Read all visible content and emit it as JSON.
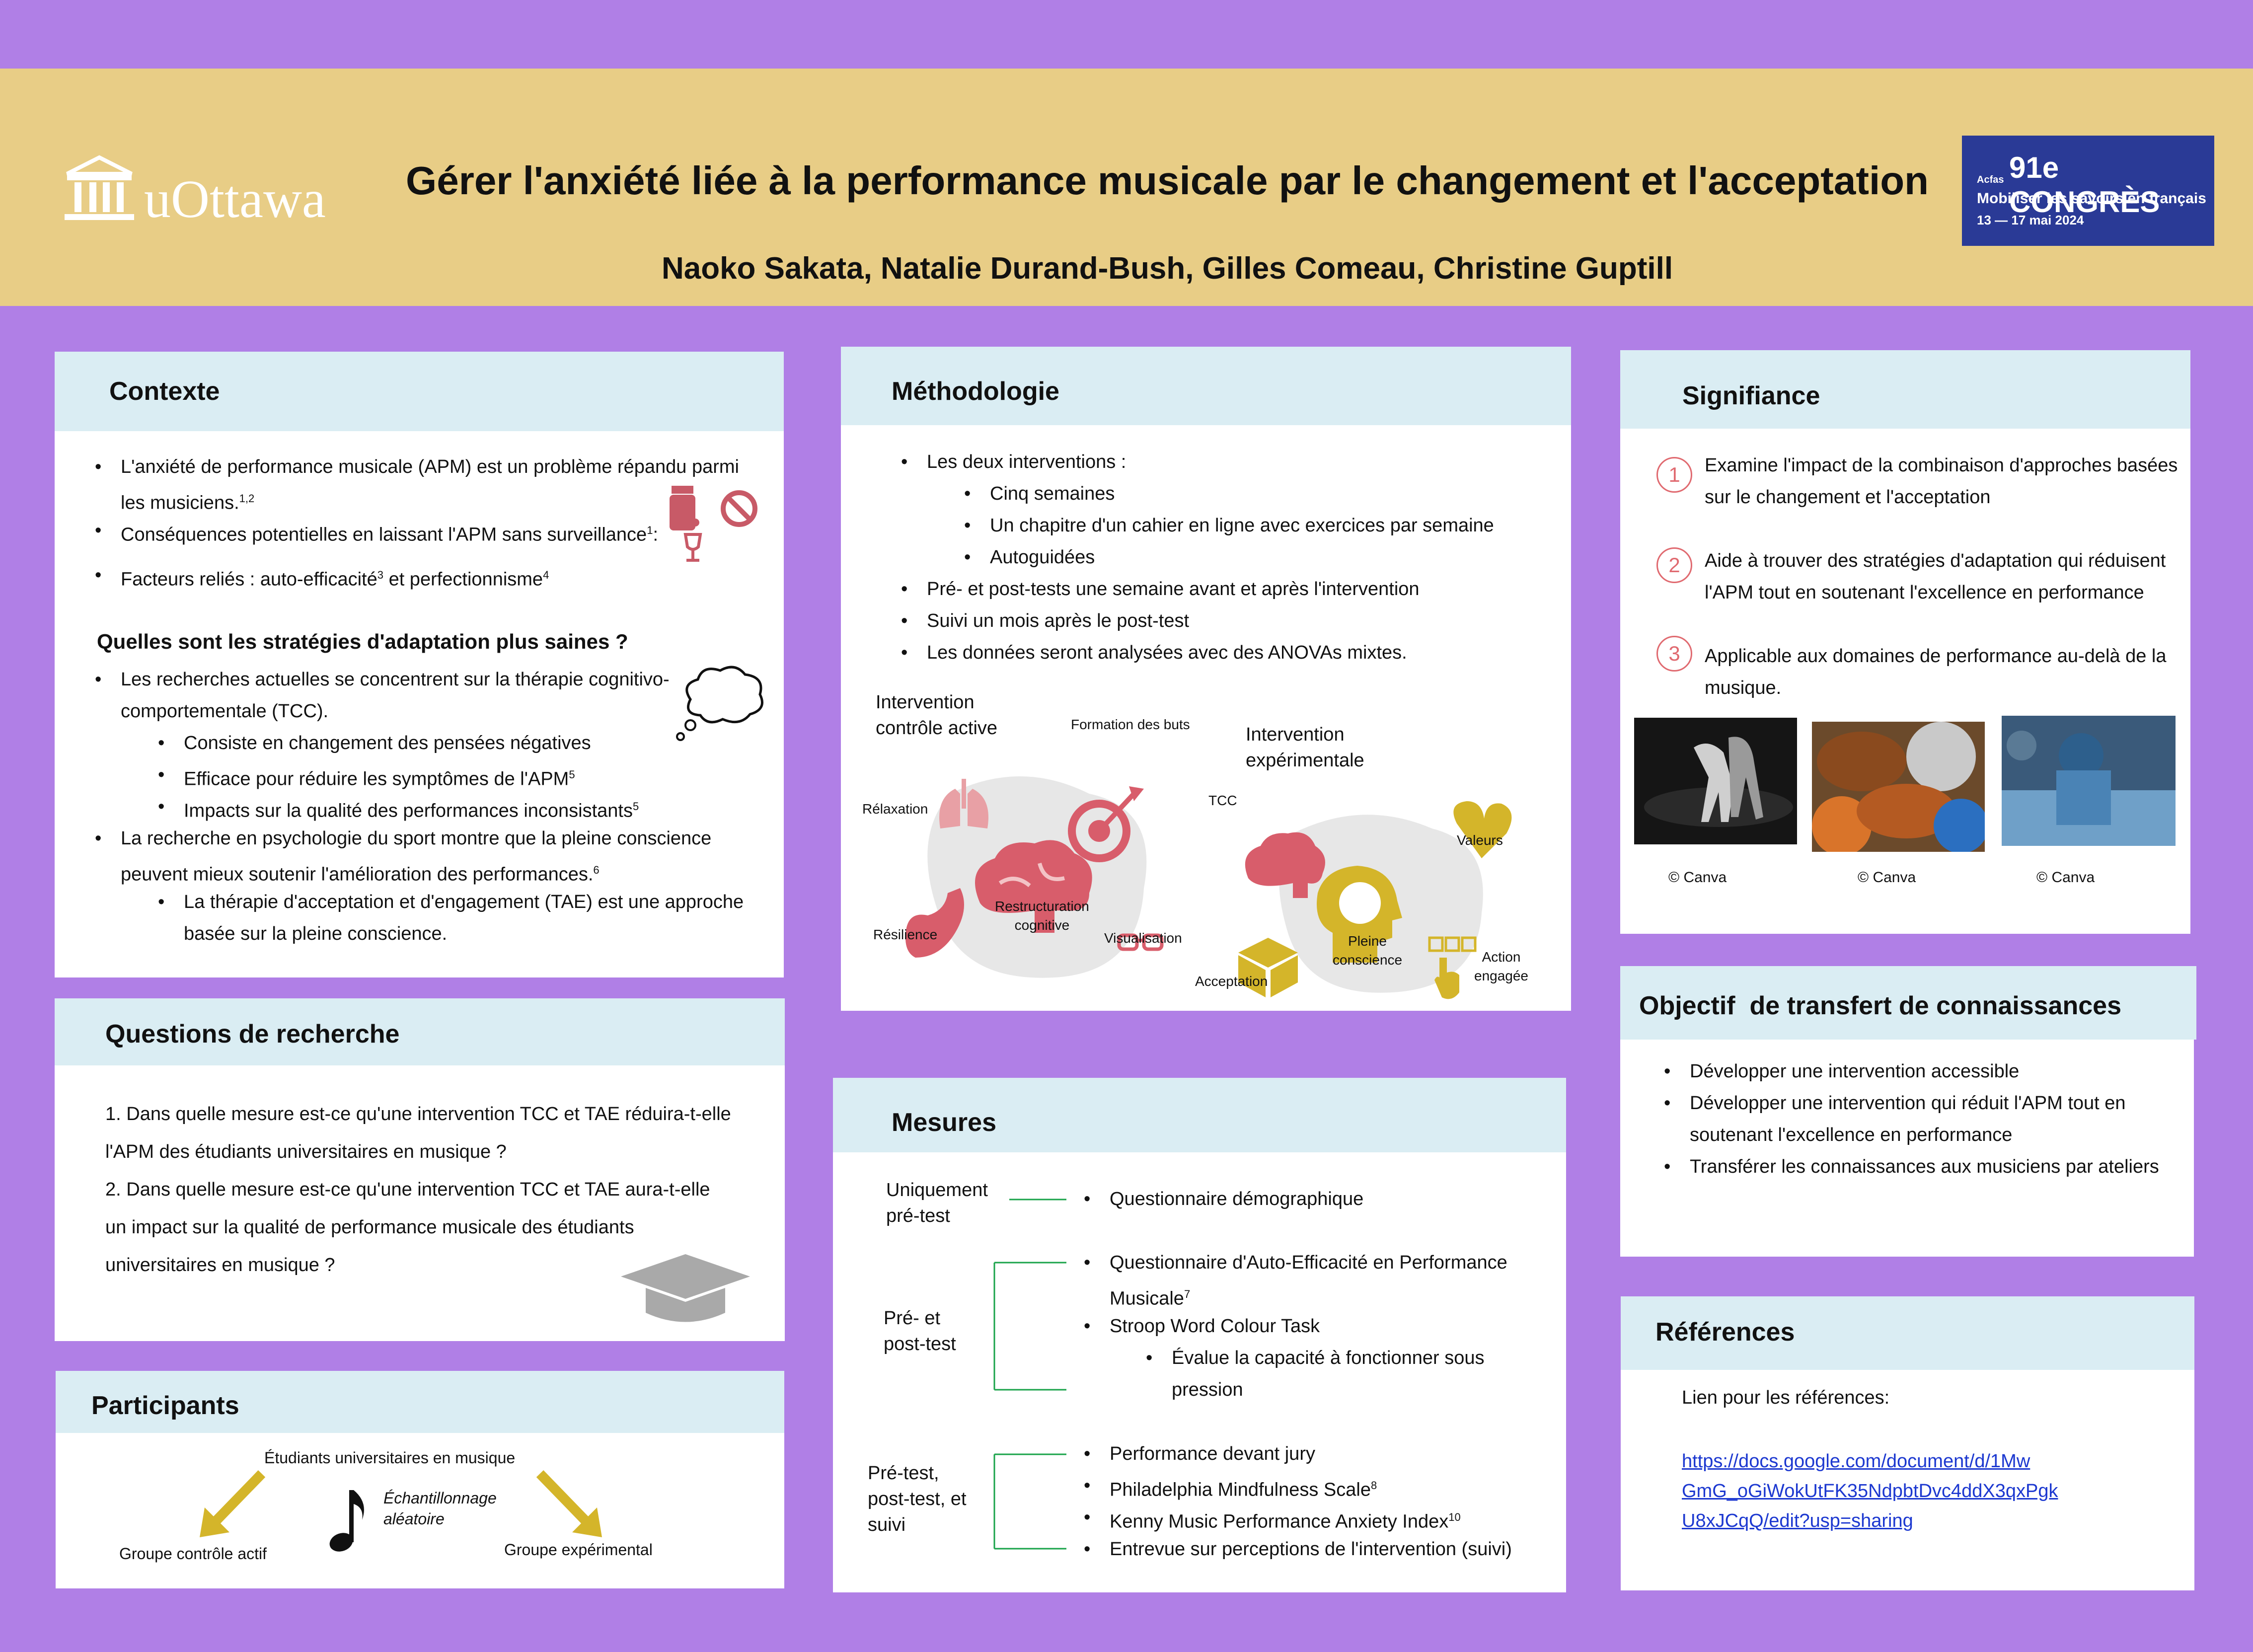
{
  "header": {
    "logo": "uOttawa",
    "title": "Gérer l'anxiété liée à la performance musicale par le changement et l'acceptation",
    "authors": "Naoko Sakata, Natalie Durand-Bush, Gilles Comeau, Christine Guptill",
    "acfas": {
      "brand": "91e CONGRÈS",
      "line1": "Mobiliser les savoirs en français",
      "line2": "13 — 17 mai 2024",
      "mark": "Acfas"
    }
  },
  "contexte": {
    "title": "Contexte",
    "b1": "L'anxiété de performance musicale (APM) est un problème répandu parmi",
    "b1b": "les musiciens.",
    "b1sup": "1,2",
    "b2": "Conséquences potentielles en laissant l'APM sans surveillance",
    "b2sup": "1",
    "b3": "Facteurs reliés : auto-efficacité",
    "b3sup": "3",
    "b3b": "et perfectionnisme",
    "b3sup2": "4",
    "question": "Quelles sont les stratégies d'adaptation plus saines ?",
    "c1": "Les recherches actuelles se concentrent sur la thérapie cognitivo-",
    "c1b": "comportementale (TCC).",
    "c1a": "Consiste en changement des pensées négatives",
    "c1bb": "Efficace pour réduire les symptômes de l'APM",
    "c1bsup": "5",
    "c1c": "Impacts sur la qualité des performances inconsistants",
    "c1csup": "5",
    "c2": "La recherche en psychologie du sport montre que la pleine conscience",
    "c2b": "peuvent mieux soutenir l'amélioration des performances.",
    "c2sup": "6",
    "c2a": "La thérapie d'acceptation et d'engagement (TAE) est une approche",
    "c2ab": "basée sur la pleine conscience."
  },
  "questions": {
    "title": "Questions de recherche",
    "l1": "1. Dans quelle mesure est-ce qu'une intervention TCC et TAE réduira-t-elle",
    "l2": "l'APM des étudiants universitaires en musique ?",
    "l3": "2. Dans quelle mesure est-ce qu'une intervention TCC et TAE aura-t-elle",
    "l4": "un impact sur la qualité de performance musicale des étudiants",
    "l5": "universitaires en musique ?"
  },
  "participants": {
    "title": "Participants",
    "top": "Étudiants universitaires en musique",
    "middle1": "Échantillonnage",
    "middle2": "aléatoire",
    "left": "Groupe contrôle actif",
    "right": "Groupe expérimental"
  },
  "methodologie": {
    "title": "Méthodologie",
    "b1": "Les deux interventions :",
    "s1": "Cinq semaines",
    "s2": "Un chapitre d'un cahier en ligne avec exercices par semaine",
    "s3": "Autoguidées",
    "b2": "Pré- et post-tests une semaine avant et après l'intervention",
    "b3": "Suivi un mois après le post-test",
    "b4": "Les données seront analysées avec des ANOVAs mixtes.",
    "ctrl1": "Intervention",
    "ctrl2": "contrôle active",
    "exp1": "Intervention",
    "exp2": "expérimentale",
    "formation": "Formation des buts",
    "relaxation": "Rélaxation",
    "restructuration1": "Restructuration",
    "restructuration2": "cognitive",
    "resilience": "Résilience",
    "visualisation": "Visualisation",
    "tcc": "TCC",
    "valeurs": "Valeurs",
    "pleine1": "Pleine",
    "pleine2": "conscience",
    "acceptation": "Acceptation",
    "action1": "Action",
    "action2": "engagée"
  },
  "mesures": {
    "title": "Mesures",
    "g1a": "Uniquement",
    "g1b": "pré-test",
    "g1i1": "Questionnaire démographique",
    "g2a": "Pré- et",
    "g2b": "post-test",
    "g2i1": "Questionnaire d'Auto-Efficacité en Performance",
    "g2i1b": "Musicale",
    "g2i1sup": "7",
    "g2i2": "Stroop Word Colour Task",
    "g2i3": "Évalue la capacité à fonctionner sous",
    "g2i3b": "pression",
    "g3a": "Pré-test,",
    "g3b": "post-test, et",
    "g3c": "suivi",
    "g3i1": "Performance devant jury",
    "g3i2": "Philadelphia Mindfulness Scale",
    "g3i2sup": "8",
    "g3i3": "Kenny Music Performance Anxiety Index",
    "g3i3sup": "10",
    "g3i4": "Entrevue sur perceptions de l'intervention (suivi)"
  },
  "signifiance": {
    "title": "Signifiance",
    "n1": "1",
    "n2": "2",
    "n3": "3",
    "i1a": "Examine l'impact de la combinaison d'approches basées",
    "i1b": "sur le changement et l'acceptation",
    "i2a": "Aide à trouver des stratégies d'adaptation qui réduisent",
    "i2b": "l'APM tout en soutenant l'excellence en performance",
    "i3a": "Applicable aux domaines de performance au-delà de la",
    "i3b": "musique.",
    "credit1": "© Canva",
    "credit2": "© Canva",
    "credit3": "© Canva"
  },
  "objectif": {
    "title": "Objectif  de transfert de connaissances",
    "b1": "Développer une intervention accessible",
    "b2": "Développer une intervention qui réduit l'APM tout en",
    "b2b": "soutenant l'excellence en performance",
    "b3": "Transférer les connaissances aux musiciens par ateliers"
  },
  "references": {
    "title": "Références",
    "label": "Lien pour les références:",
    "l1": "https://docs.google.com/document/d/1Mw",
    "l2": "GmG_oGiWokUtFK35NdpbtDvc4ddX3qxPgk",
    "l3": "U8xJCqQ/edit?usp=sharing"
  }
}
